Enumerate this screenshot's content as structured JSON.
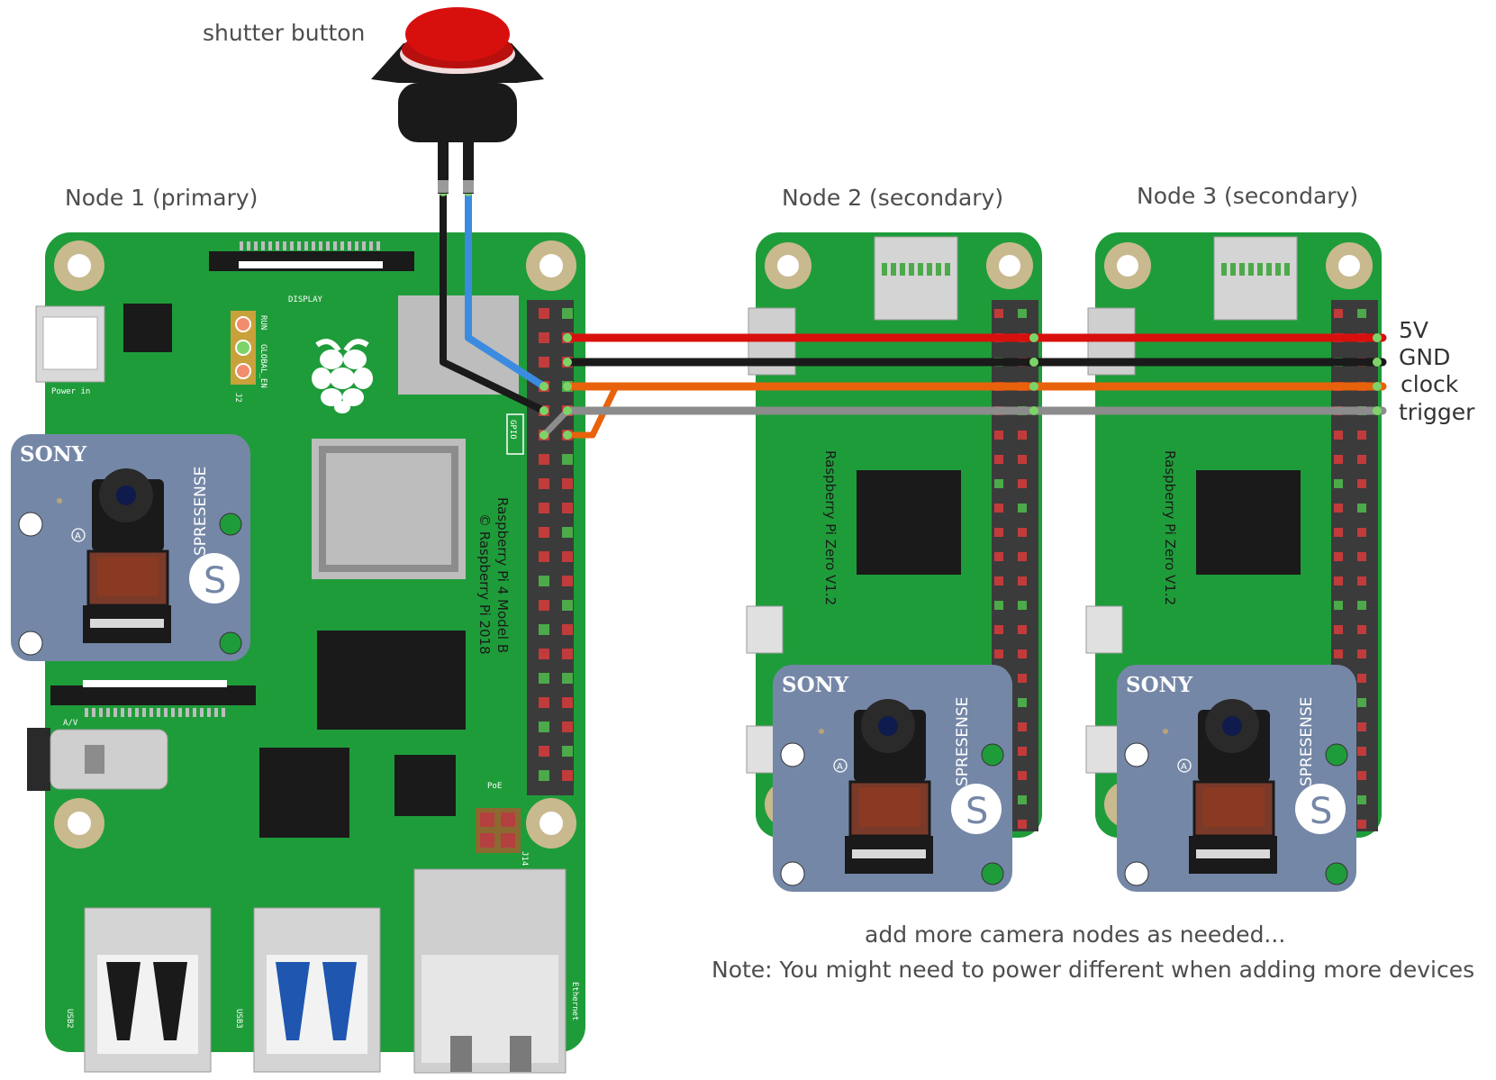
{
  "labels": {
    "shutter_button": "shutter button",
    "node1": "Node 1 (primary)",
    "node2": "Node 2 (secondary)",
    "node3": "Node 3 (secondary)",
    "signals": [
      "5V",
      "GND",
      "clock",
      "trigger"
    ],
    "note_line1": "add more camera nodes as needed...",
    "note_line2": "Note: You might need to power different when adding more devices"
  },
  "pi4": {
    "display": "DISPLAY",
    "power_in": "Power in",
    "run": "RUN",
    "global_en": "GLOBAL_EN",
    "j2": "J2",
    "gpio": "GPIO",
    "model": "Raspberry Pi 4 Model B",
    "copyright": "© Raspberry Pi 2018",
    "av": "A/V",
    "poe": "PoE",
    "j14": "J14",
    "usb2": "USB2",
    "usb3": "USB3",
    "ethernet": "Ethernet"
  },
  "pizero": {
    "model": "Raspberry Pi Zero V1.2"
  },
  "camera": {
    "brand": "SONY",
    "product": "SPRESENSE",
    "logo_letter": "S",
    "mark": "A"
  },
  "wire_colors": {
    "5V": "#d8100d",
    "GND": "#1a1a1a",
    "clock": "#e8620c",
    "trigger": "#8c8c8c",
    "button_a": "#1a1a1a",
    "button_b": "#3b8be0"
  },
  "board_color": "#1f9c3a"
}
